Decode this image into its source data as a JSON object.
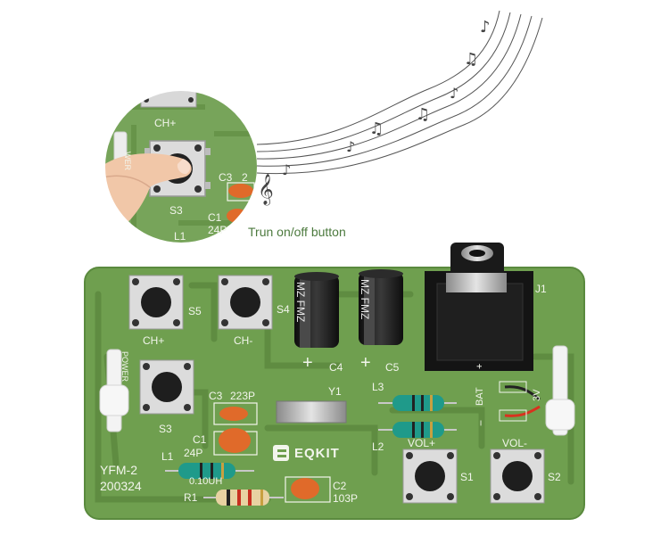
{
  "zoom_inset": {
    "labels": {
      "ch_plus": "CH+",
      "s3": "S3",
      "c3": "C3",
      "c3_value_fragment": "2",
      "c1": "C1",
      "c1_value": "24P",
      "l1": "L1",
      "power_fragment": "WER"
    },
    "caption": "Trun on/off button"
  },
  "board": {
    "brand": "EQKIT",
    "model": "YFM-2",
    "code": "200324",
    "buttons": {
      "s5": "S5",
      "s4": "S4",
      "s3": "S3",
      "s1": "S1",
      "s2": "S2",
      "ch_plus": "CH+",
      "ch_minus": "CH-",
      "vol_plus": "VOL+",
      "vol_minus": "VOL-"
    },
    "capacitor_sleeves": {
      "c4": "MZ FMZ",
      "c5": "MZ FMZ"
    },
    "labels": {
      "c4": "C4",
      "c5": "C5",
      "c3": "C3",
      "c3_value": "223P",
      "c1": "C1",
      "c1_value": "24P",
      "l1": "L1",
      "l1_value": "0.10UH",
      "r1": "R1",
      "c2": "C2",
      "c2_value": "103P",
      "y1": "Y1",
      "l3": "L3",
      "l2": "L2",
      "j1": "J1",
      "bat": "BAT",
      "voltage": "3V",
      "power": "POWER",
      "plus_c4": "+",
      "plus_c5": "+",
      "plus_bat": "+",
      "minus_bat": "−"
    }
  },
  "colors": {
    "pcb": "#6f9f4f",
    "pcb_trace": "#5f8c41",
    "silkscreen": "#f2f5ec",
    "caption": "#4c7a3e",
    "capacitor_orange": "#e06a2a",
    "electrolytic": "#1c1c1c",
    "inductor_teal": "#1f9a8a"
  }
}
